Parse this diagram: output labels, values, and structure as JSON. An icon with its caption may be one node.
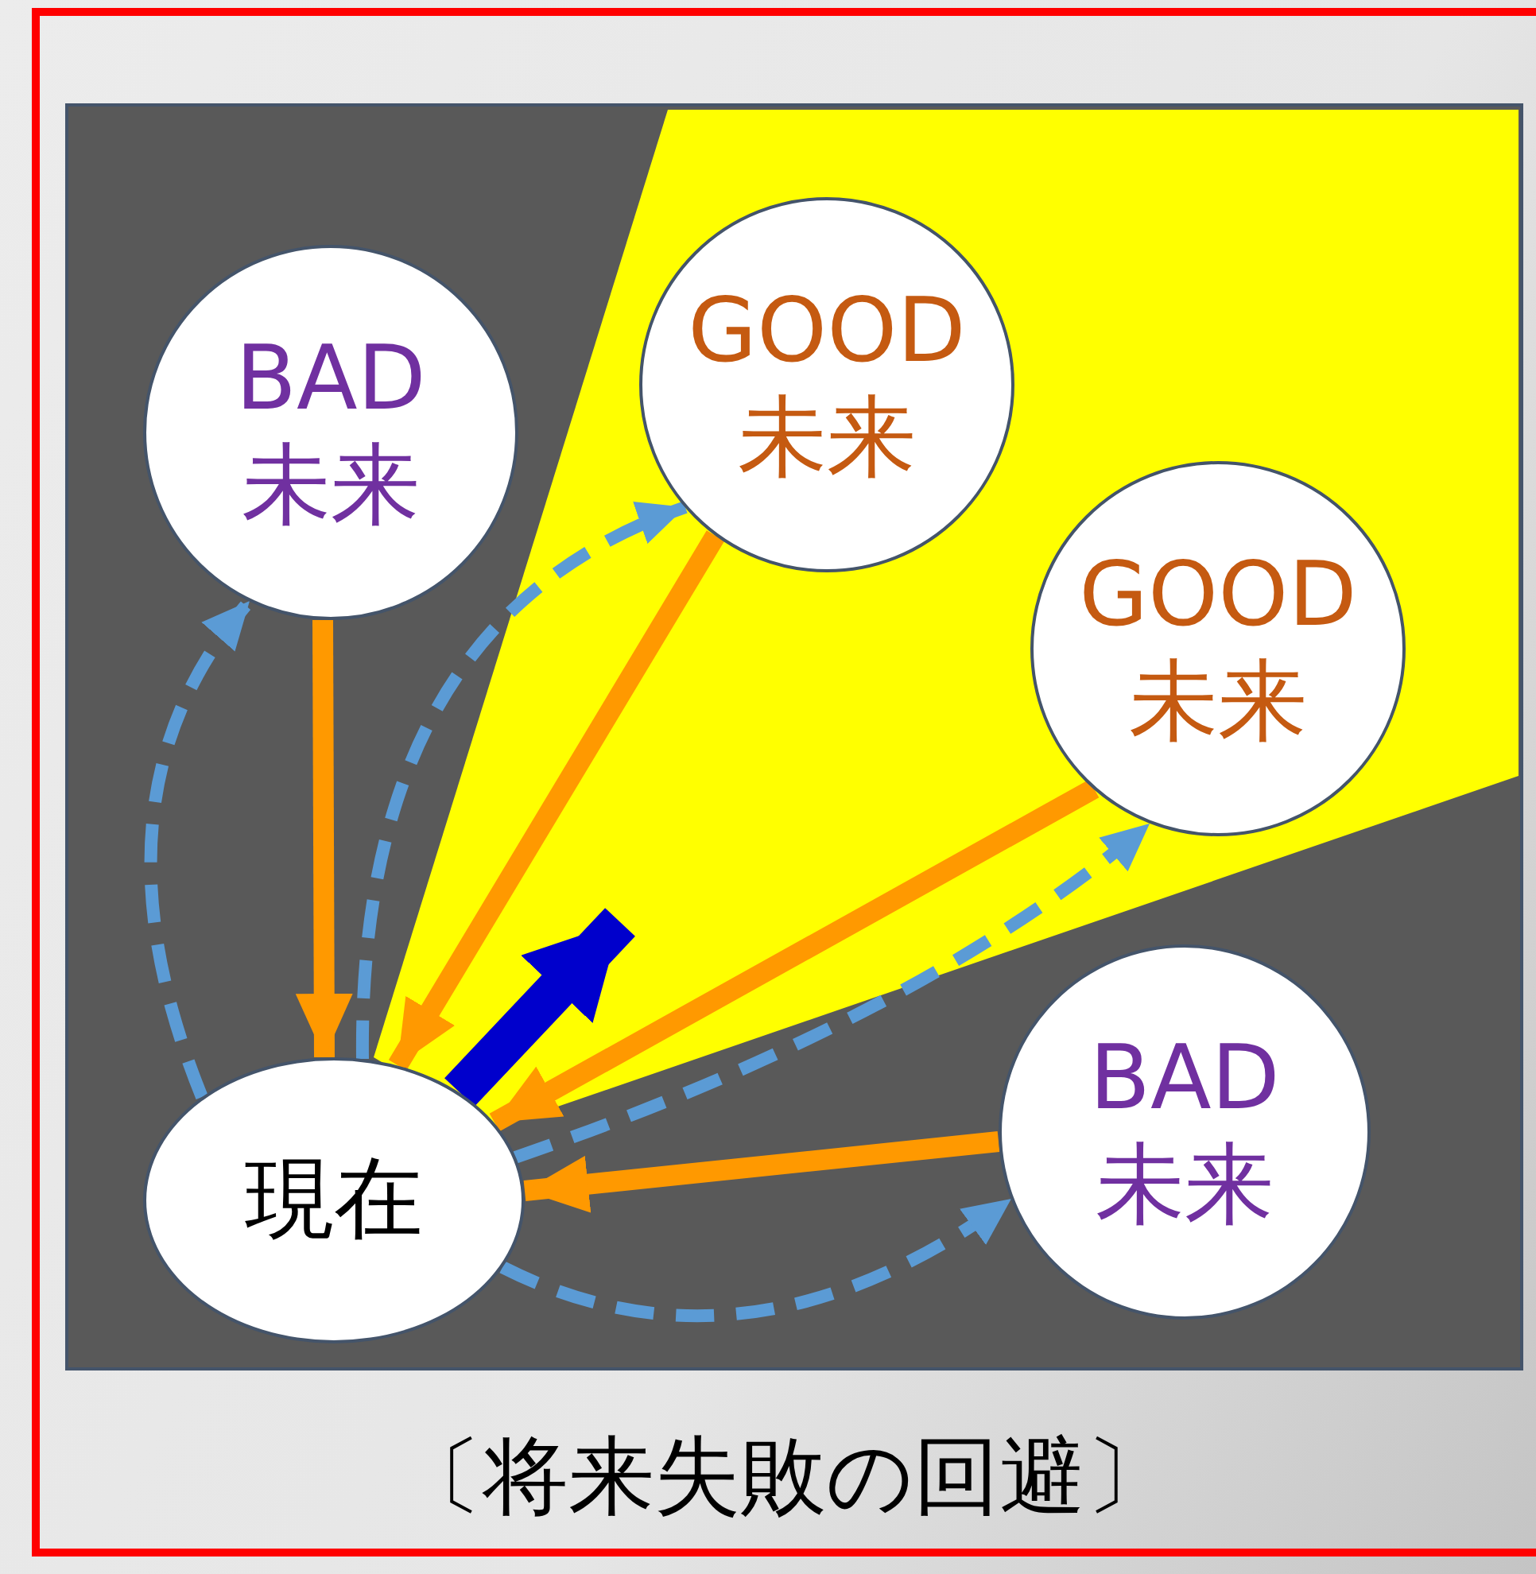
{
  "diagram": {
    "caption": "〔将来失敗の回避〕",
    "nodes": [
      {
        "text": [
          "BAD 未来"
        ]
      },
      {
        "text": [
          "GOOD 未来"
        ]
      },
      {
        "text": [
          "GOOD 未来"
        ]
      },
      {
        "text": [
          "BAD 未来"
        ]
      },
      {
        "text": [
          "現在"
        ]
      }
    ],
    "edges": [
      {
        "from": 4,
        "to": 0,
        "arrow": "to",
        "style": "dashed",
        "color": "#5b9bd5"
      },
      {
        "from": 0,
        "to": 4,
        "arrow": "to",
        "color": "#ff9900"
      },
      {
        "from": 4,
        "to": 1,
        "arrow": "to",
        "style": "dashed",
        "color": "#5b9bd5"
      },
      {
        "from": 1,
        "to": 4,
        "arrow": "to",
        "color": "#ff9900"
      },
      {
        "from": 4,
        "to": 2,
        "arrow": "to",
        "style": "dashed",
        "color": "#5b9bd5"
      },
      {
        "from": 2,
        "to": 4,
        "arrow": "to",
        "color": "#ff9900"
      },
      {
        "from": 3,
        "to": 4,
        "arrow": "to",
        "color": "#ff9900"
      },
      {
        "from": 4,
        "to": 3,
        "arrow": "to",
        "style": "dashed",
        "color": "#5b9bd5"
      },
      {
        "from": 4,
        "to": null,
        "arrow": "to",
        "style": "thick",
        "color": "#0000cc"
      }
    ]
  }
}
